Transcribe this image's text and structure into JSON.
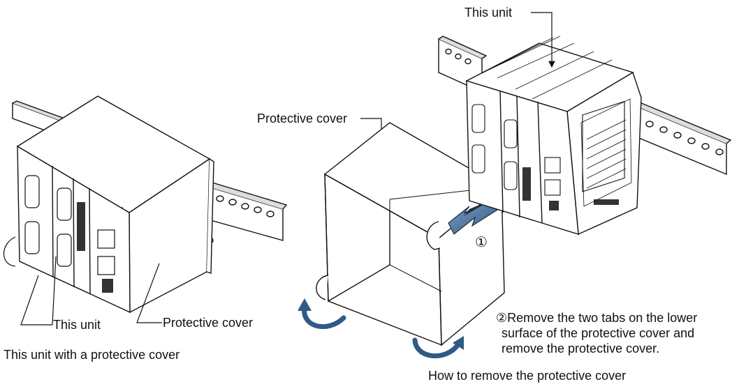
{
  "left_figure": {
    "label_unit": "This unit",
    "label_cover": "Protective cover",
    "caption": "This unit with a protective cover"
  },
  "middle_figure": {
    "label_cover": "Protective cover",
    "step1_marker": "①",
    "step2_line1": "②Remove the two tabs on the lower",
    "step2_line2": "surface of the protective cover and",
    "step2_line3": "remove the protective cover.",
    "caption": "How to remove the protective cover"
  },
  "right_figure": {
    "label_unit": "This unit"
  },
  "colors": {
    "line": "#111111",
    "arrow_dark": "#1f2d3d",
    "arrow_blue": "#2f5a86",
    "arrow_blue_light": "#7f9fc4"
  }
}
